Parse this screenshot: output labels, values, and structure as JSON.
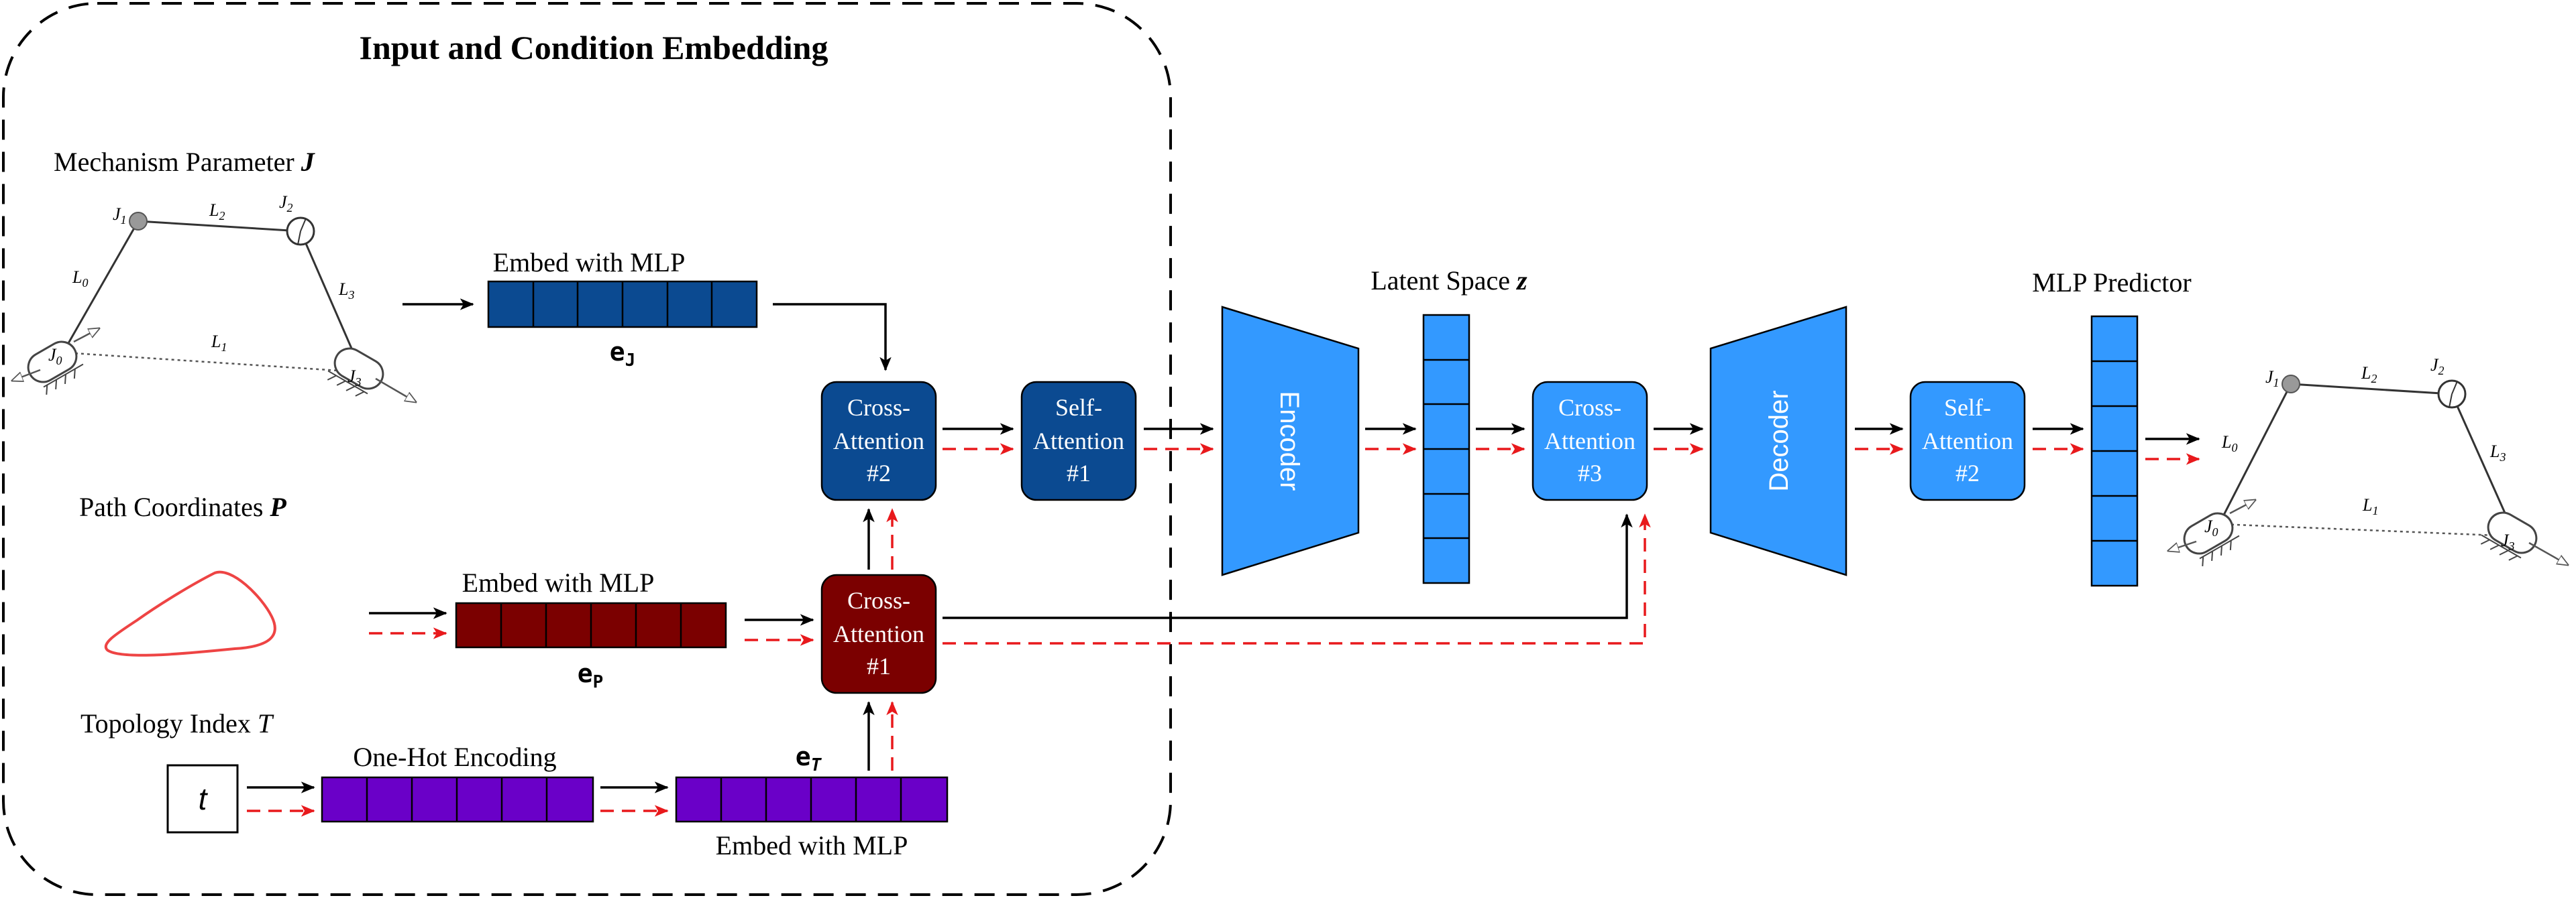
{
  "title": "Input and Condition Embedding",
  "inputs": {
    "mechanism": {
      "label": "Mechanism Parameter",
      "symbol": "J"
    },
    "path": {
      "label": "Path Coordinates",
      "symbol": "P"
    },
    "topology": {
      "label": "Topology Index",
      "symbol": "T",
      "value": "t"
    }
  },
  "embeds": {
    "mlp_j": {
      "label": "Embed with MLP",
      "symbol": "e",
      "sub": "J"
    },
    "mlp_p": {
      "label": "Embed with MLP",
      "symbol": "e",
      "sub": "P"
    },
    "onehot": {
      "label": "One-Hot Encoding"
    },
    "mlp_t": {
      "label": "Embed with MLP",
      "symbol": "e",
      "sub": "T"
    }
  },
  "blocks": {
    "cross2": {
      "line1": "Cross-",
      "line2": "Attention",
      "line3": "#2"
    },
    "self1": {
      "line1": "Self-",
      "line2": "Attention",
      "line3": "#1"
    },
    "cross1": {
      "line1": "Cross-",
      "line2": "Attention",
      "line3": "#1"
    },
    "cross3": {
      "line1": "Cross-",
      "line2": "Attention",
      "line3": "#3"
    },
    "self2": {
      "line1": "Self-",
      "line2": "Attention",
      "line3": "#2"
    },
    "encoder": "Encoder",
    "decoder": "Decoder"
  },
  "latent": {
    "label": "Latent Space",
    "symbol": "z"
  },
  "predictor": {
    "label": "MLP Predictor"
  },
  "linkage": {
    "j0": "J",
    "j0s": "0",
    "j1": "J",
    "j1s": "1",
    "j2": "J",
    "j2s": "2",
    "j3": "J",
    "j3s": "3",
    "l0": "L",
    "l0s": "0",
    "l1": "L",
    "l1s": "1",
    "l2": "L",
    "l2s": "2",
    "l3": "L",
    "l3s": "3"
  },
  "colors": {
    "dark_blue": "#0b4a91",
    "light_blue": "#3399ff",
    "dark_red": "#7b0000",
    "purple": "#6a00c8",
    "red_arrow": "#e8191c"
  }
}
